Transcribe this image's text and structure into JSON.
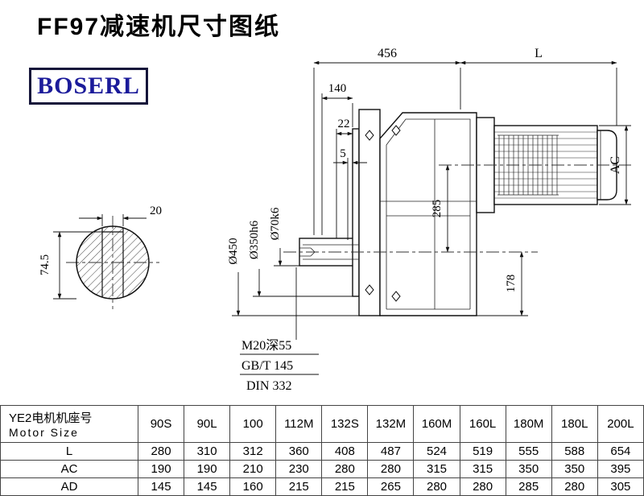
{
  "page": {
    "title": "FF97减速机尺寸图纸",
    "logo": "BOSERL"
  },
  "drawing": {
    "dims": {
      "overall_length": "456",
      "motor_length": "L",
      "dim_140": "140",
      "dim_22": "22",
      "dim_5": "5",
      "motor_diameter": "AC",
      "dim_285": "285",
      "dim_178": "178",
      "flange_diameter": "Ø450",
      "spigot_diameter": "Ø350h6",
      "shaft_diameter": "Ø70k6",
      "key_width": "20",
      "key_height": "74.5"
    },
    "notes": {
      "tap": "M20深55",
      "gb": "GB/T 145",
      "din": "DIN 332"
    }
  },
  "table": {
    "header_cn": "YE2电机机座号",
    "header_en": "Motor Size",
    "columns": [
      "90S",
      "90L",
      "100",
      "112M",
      "132S",
      "132M",
      "160M",
      "160L",
      "180M",
      "180L",
      "200L"
    ],
    "rows": [
      {
        "label": "L",
        "values": [
          "280",
          "310",
          "312",
          "360",
          "408",
          "487",
          "524",
          "519",
          "555",
          "588",
          "654"
        ]
      },
      {
        "label": "AC",
        "values": [
          "190",
          "190",
          "210",
          "230",
          "280",
          "280",
          "315",
          "315",
          "350",
          "350",
          "395"
        ]
      },
      {
        "label": "AD",
        "values": [
          "145",
          "145",
          "160",
          "215",
          "215",
          "265",
          "280",
          "280",
          "285",
          "280",
          "305"
        ]
      }
    ]
  }
}
